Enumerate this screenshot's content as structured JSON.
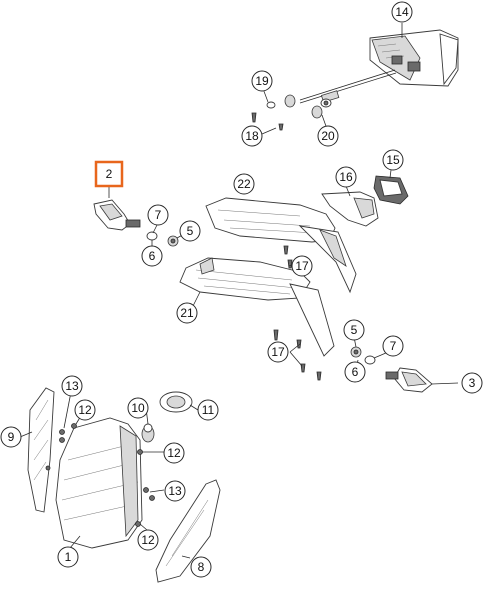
{
  "diagram": {
    "callouts": {
      "c1": "1",
      "c2": "2",
      "c3": "3",
      "c5a": "5",
      "c5b": "5",
      "c6a": "6",
      "c6b": "6",
      "c7a": "7",
      "c7b": "7",
      "c8": "8",
      "c9": "9",
      "c10": "10",
      "c11": "11",
      "c12a": "12",
      "c12b": "12",
      "c12c": "12",
      "c13a": "13",
      "c13b": "13",
      "c14": "14",
      "c15": "15",
      "c16": "16",
      "c17a": "17",
      "c17b": "17",
      "c18": "18",
      "c19": "19",
      "c20": "20",
      "c21": "21",
      "c22": "22"
    },
    "highlight_color": "#e8661c"
  }
}
